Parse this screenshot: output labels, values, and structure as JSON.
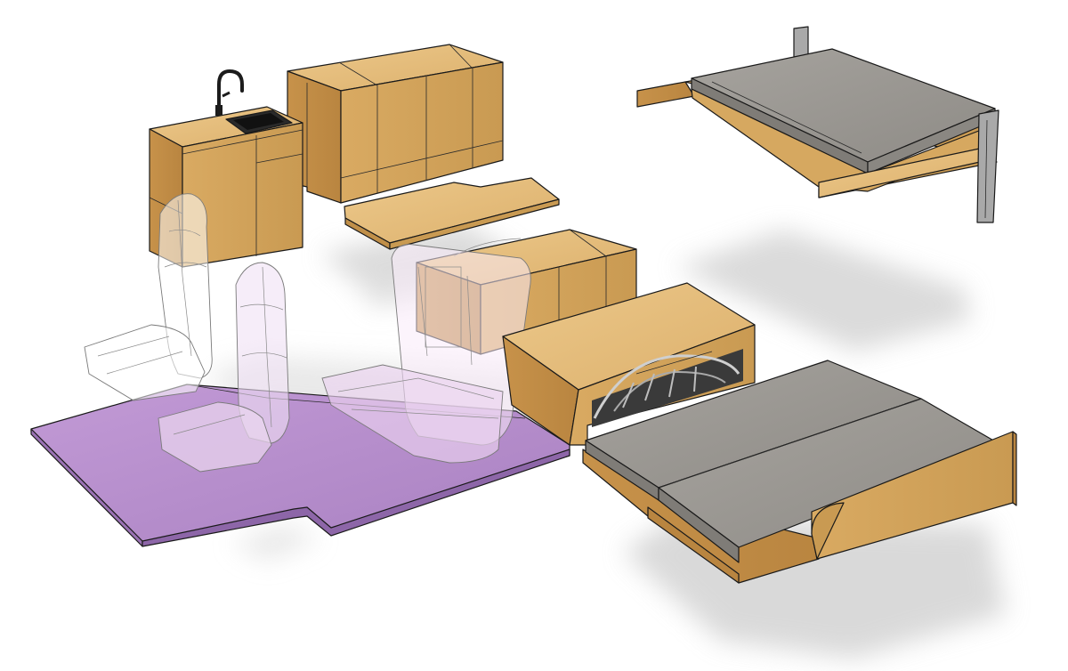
{
  "scene": {
    "colors": {
      "background": "#ffffff",
      "wood_light": "#e6bf7e",
      "wood_mid": "#d6a860",
      "wood_dark": "#c08f49",
      "cushion_top": "#9b9893",
      "cushion_side": "#7f7c77",
      "floor_purple": "#b48ccc",
      "floor_purple_dark": "#9a72b4",
      "metal": "#a9a9a9",
      "shadow": "#d8d8d8",
      "faucet": "#1c1c1c"
    },
    "components": [
      "sink-cabinet",
      "faucet",
      "upper-cabinet",
      "loose-panel",
      "bed-platform",
      "rear-cabinet",
      "storage-box",
      "sofa-bed",
      "floor-panel",
      "driver-seat",
      "passenger-seat",
      "rear-bench-seat"
    ]
  }
}
